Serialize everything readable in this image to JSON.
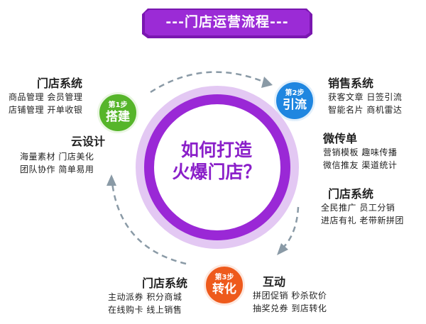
{
  "banner": {
    "title": "---门店运营流程---"
  },
  "center": {
    "line1": "如何打造",
    "line2": "火爆门店？"
  },
  "steps": [
    {
      "step": "第1步",
      "name": "搭建"
    },
    {
      "step": "第2步",
      "name": "引流"
    },
    {
      "step": "第3步",
      "name": "转化"
    }
  ],
  "groups": {
    "store_system_1": {
      "title": "门店系统",
      "lines": [
        "商品管理  会员管理",
        "店铺管理  开单收银"
      ]
    },
    "cloud_design": {
      "title": "云设计",
      "lines": [
        "海量素材  门店美化",
        "团队协作  简单易用"
      ]
    },
    "sales_system": {
      "title": "销售系统",
      "lines": [
        "获客文章  日签引流",
        "智能名片  商机雷达"
      ]
    },
    "micro_flyer": {
      "title": "微传单",
      "lines": [
        "营销模板  趣味传播",
        "微信推友  渠道统计"
      ]
    },
    "store_system_2": {
      "title": "门店系统",
      "lines": [
        "全民推广  员工分销",
        "进店有礼  老带新拼团"
      ]
    },
    "interaction": {
      "title": "互动",
      "lines": [
        "拼团促销  秒杀砍价",
        "抽奖兑券  到店转化"
      ]
    },
    "store_system_3": {
      "title": "门店系统",
      "lines": [
        "主动派券  积分商城",
        "在线购卡  线上销售"
      ]
    }
  },
  "colors": {
    "banner": "#8e1fc7",
    "ring_outer": "#d9b6ef",
    "ring_inner": "#9a28d6",
    "step1": "#56b52a",
    "step2": "#1f86e0",
    "step3": "#ee5a1c",
    "arrow": "#8a9aa6"
  }
}
